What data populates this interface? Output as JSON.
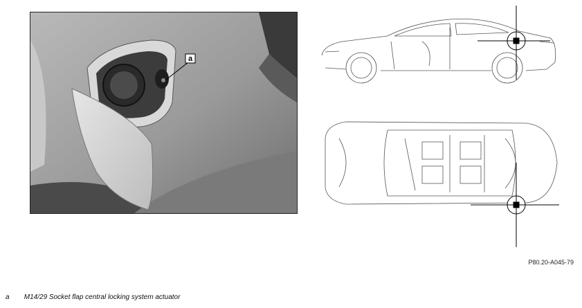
{
  "figure": {
    "callout_letter": "a",
    "reference_code": "P80.20-A045-79"
  },
  "legend": [
    {
      "key": "a",
      "text": "M14/29 Socket flap central locking system actuator"
    }
  ]
}
